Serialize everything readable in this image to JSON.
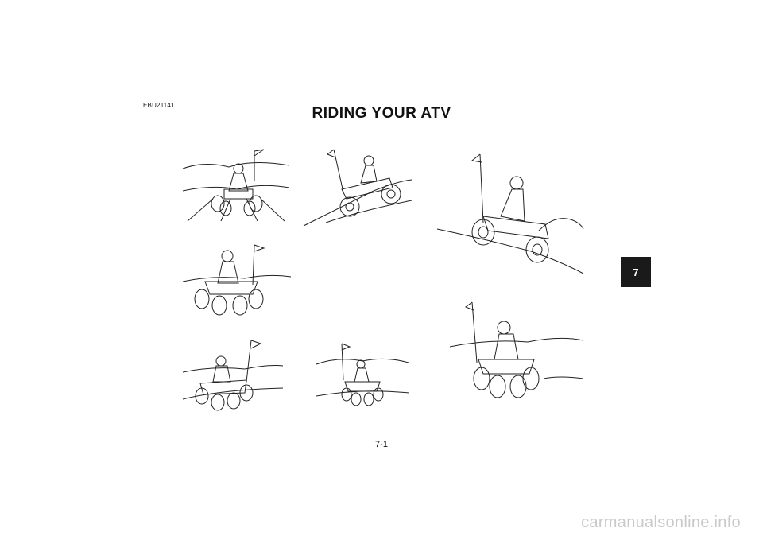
{
  "header": {
    "code": "EBU21141",
    "title": "RIDING YOUR ATV"
  },
  "chapter_tab": {
    "label": "7"
  },
  "footer": {
    "page_number": "7-1"
  },
  "watermark": {
    "text": "carmanualsonline.info"
  },
  "illustrations": [
    {
      "name": "atv-riding-uphill-rear-view-icon"
    },
    {
      "name": "atv-climbing-hill-side-view-icon"
    },
    {
      "name": "atv-wheelie-hill-climb-icon"
    },
    {
      "name": "atv-turning-front-view-icon"
    },
    {
      "name": "atv-traversing-slope-icon"
    },
    {
      "name": "atv-downhill-front-view-icon"
    },
    {
      "name": "atv-riding-rough-terrain-icon"
    }
  ]
}
